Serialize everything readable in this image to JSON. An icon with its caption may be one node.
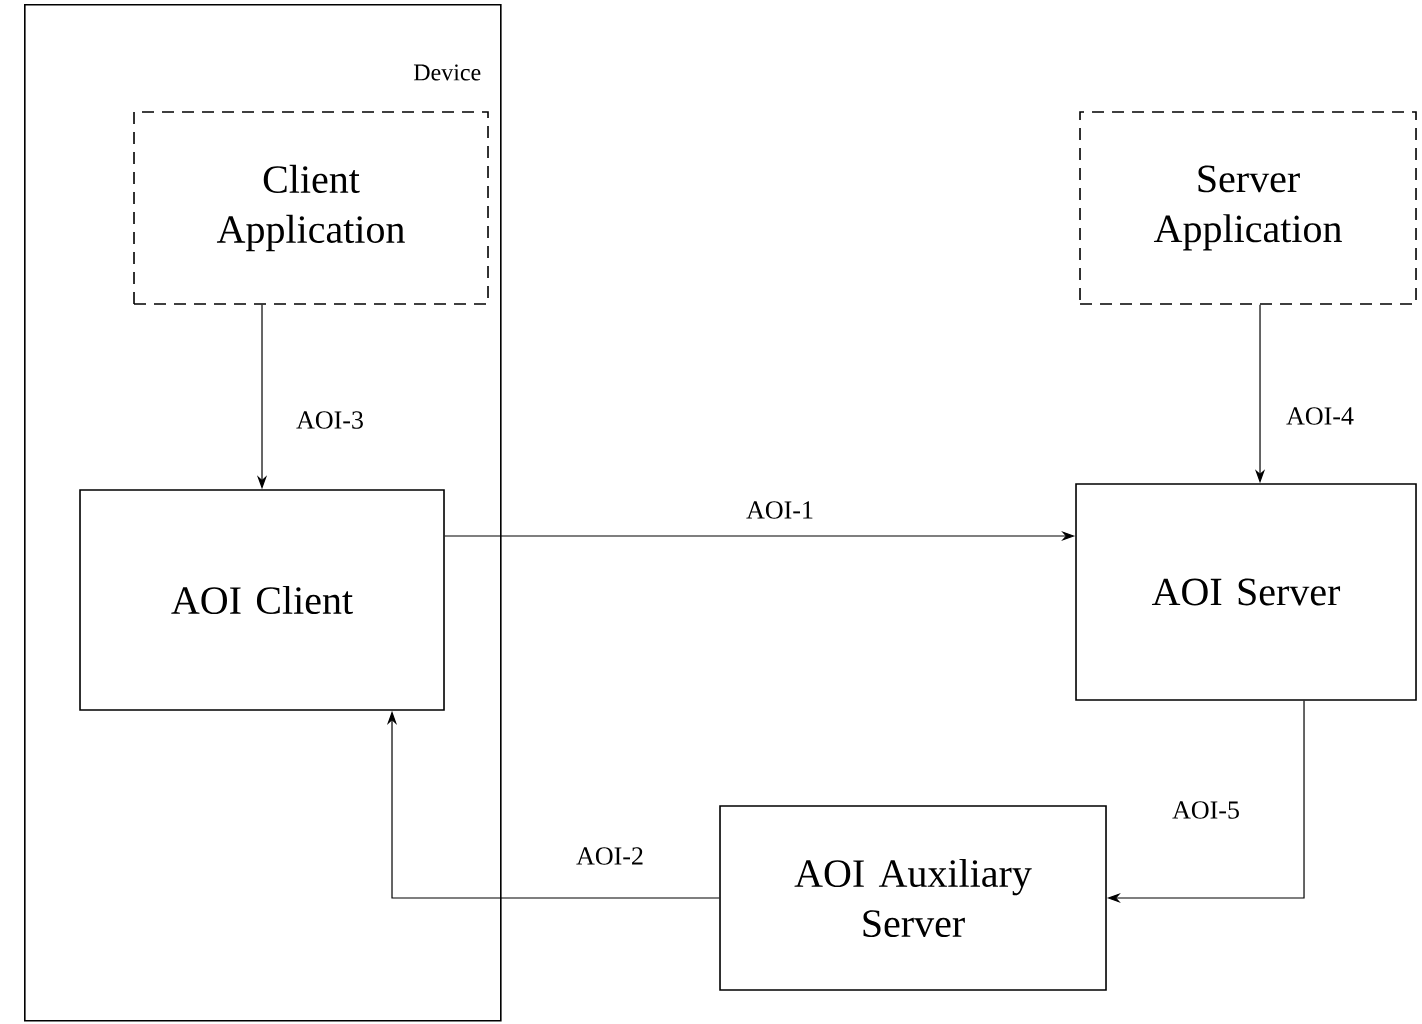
{
  "diagram": {
    "nodes": [
      {
        "text": [
          "Device"
        ]
      },
      {
        "text": [
          "Client Application"
        ],
        "in": 0
      },
      {
        "text": [
          "AOI Client"
        ],
        "in": 0
      },
      {
        "text": [
          "Server Application"
        ]
      },
      {
        "text": [
          "AOI Server"
        ]
      },
      {
        "text": [
          "AOI Auxiliary Server"
        ]
      }
    ],
    "edges": [
      {
        "from": 1,
        "to": 2,
        "arrow": "to",
        "label": "AOI-3"
      },
      {
        "from": 2,
        "to": 4,
        "arrow": "to",
        "label": "AOI-1"
      },
      {
        "from": 3,
        "to": 4,
        "arrow": "to",
        "label": "AOI-4"
      },
      {
        "from": 4,
        "to": 5,
        "arrow": "to",
        "label": "AOI-5"
      },
      {
        "from": 5,
        "to": 2,
        "arrow": "to",
        "label": "AOI-2"
      }
    ]
  }
}
